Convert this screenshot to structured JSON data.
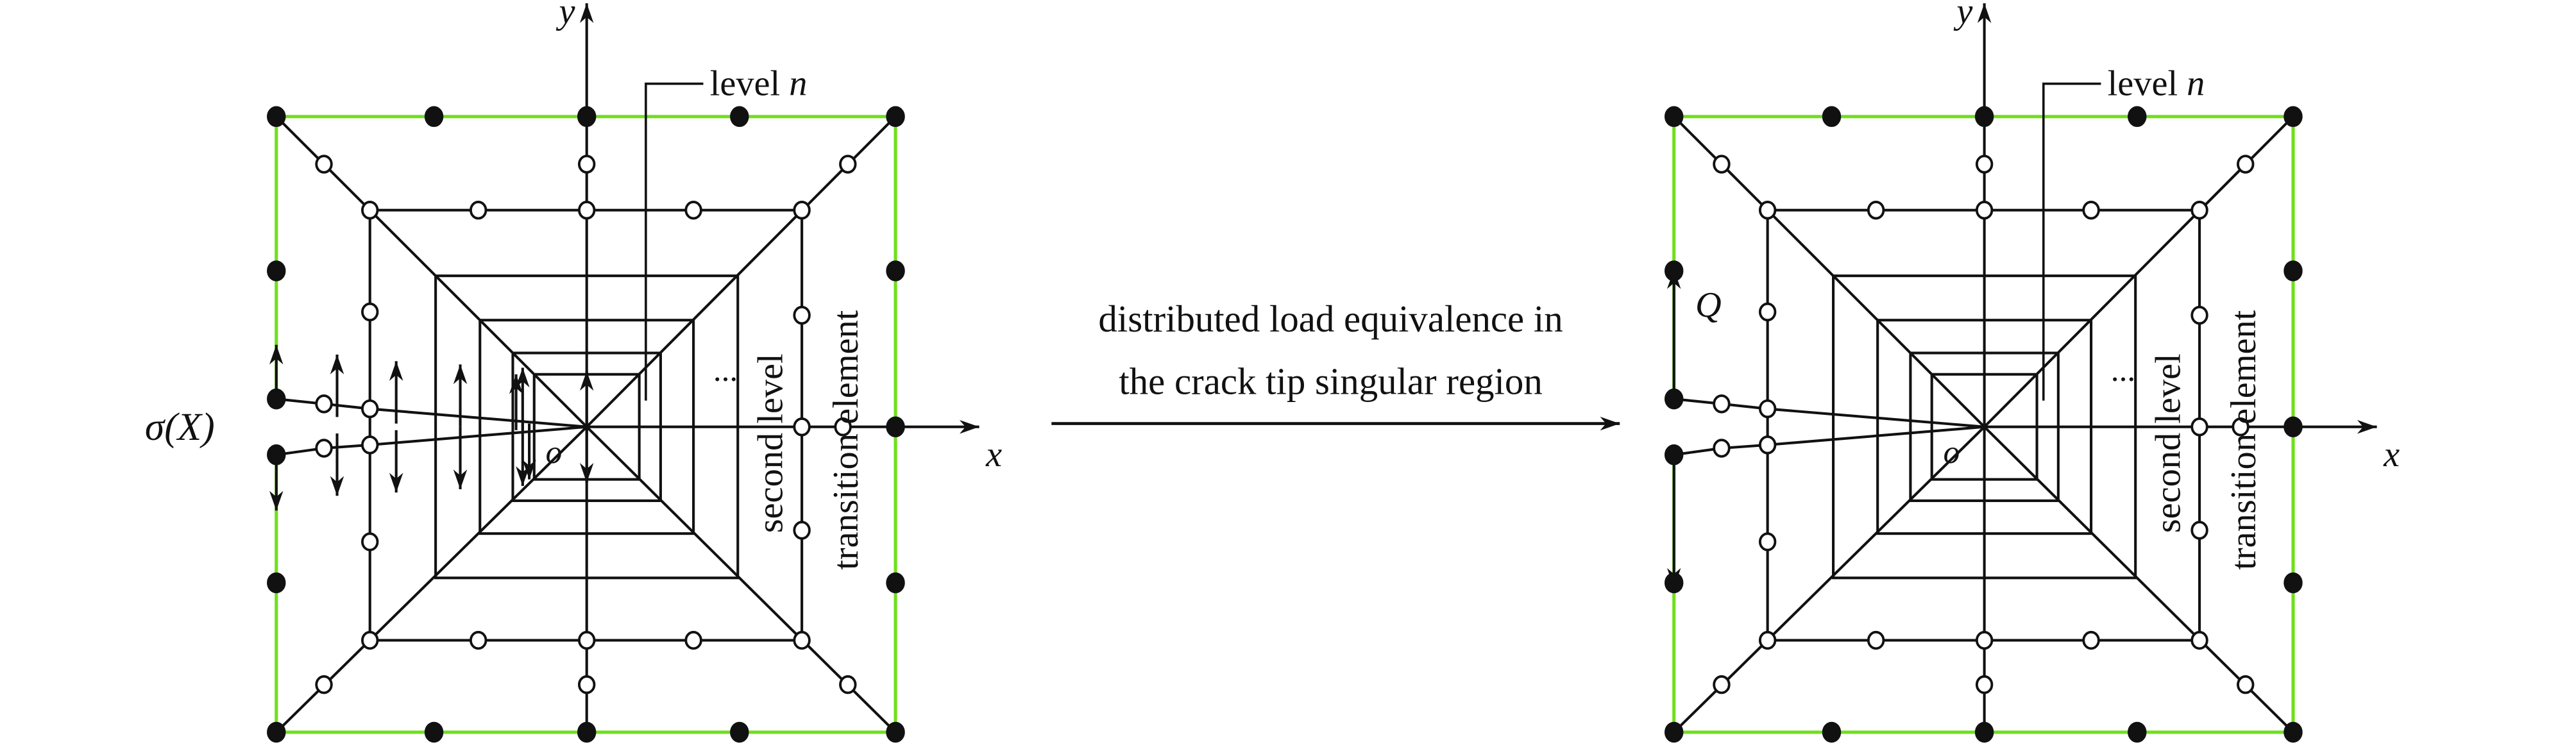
{
  "colors": {
    "boundary": "#6fe01c",
    "line": "#111111",
    "background": "#ffffff"
  },
  "left_figure": {
    "axis_x": "x",
    "axis_y": "y",
    "origin": "o",
    "level_label": "level",
    "level_var": "n",
    "second_level": "second level",
    "transition_element": "transition element",
    "ellipsis": "...",
    "load_label": "σ(X)"
  },
  "middle": {
    "line1": "distributed  load  equivalence in",
    "line2": "the crack tip  singular region"
  },
  "right_figure": {
    "axis_x": "x",
    "axis_y": "y",
    "origin": "o",
    "level_label": "level",
    "level_var": "n",
    "second_level": "second level",
    "transition_element": "transition element",
    "ellipsis": "...",
    "load_label": "Q"
  }
}
